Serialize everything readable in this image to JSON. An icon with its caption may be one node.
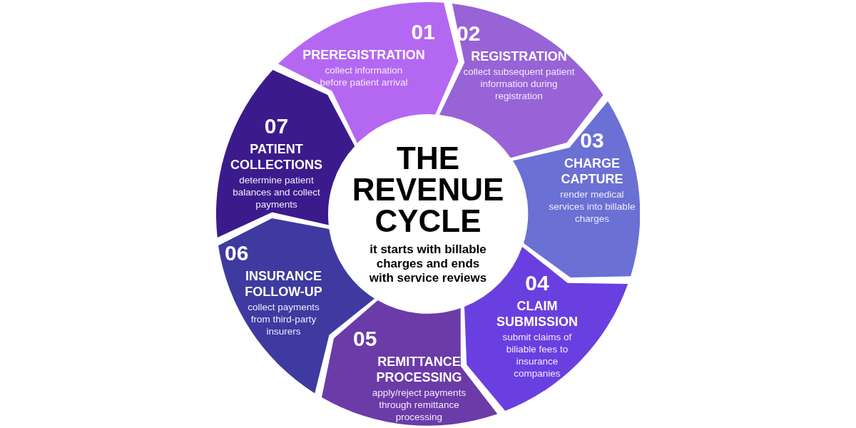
{
  "diagram": {
    "nodes": [
      {
        "text": [
          "01",
          "PREREGISTRATION",
          "collect information before patient arrival"
        ]
      },
      {
        "text": [
          "02",
          "REGISTRATION",
          "collect subsequent patient information during registration"
        ]
      },
      {
        "text": [
          "03",
          "CHARGE CAPTURE",
          "render medical services into billable charges"
        ]
      },
      {
        "text": [
          "04",
          "CLAIM SUBMISSION",
          "submit claims of biliable fees to insurance companies"
        ]
      },
      {
        "text": [
          "05",
          "REMITTANCE PROCESSING",
          "apply/reject payments through remittance processing"
        ]
      },
      {
        "text": [
          "06",
          "INSURANCE FOLLOW-UP",
          "collect payments from third-party insurers"
        ]
      },
      {
        "text": [
          "07",
          "PATIENT COLLECTIONS",
          "determine patient balances and collect payments"
        ]
      },
      {
        "text": [
          "THE REVENUE CYCLE",
          "it starts with billable charges and ends with service reviews"
        ]
      }
    ],
    "edges": []
  }
}
